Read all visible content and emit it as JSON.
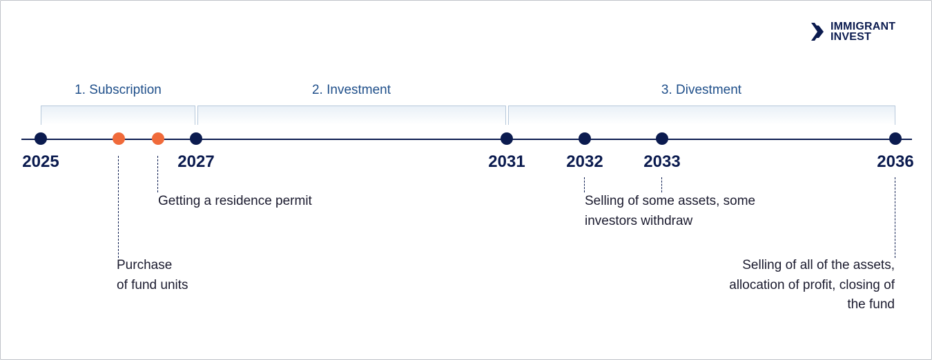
{
  "brand": {
    "line1": "IMMIGRANT",
    "line2": "INVEST",
    "icon": "chevron-arrows-icon",
    "color": "#0b1b4f"
  },
  "colors": {
    "axis": "#0b1b4f",
    "milestone": "#0b1b4f",
    "event": "#f06a3a",
    "phase_text": "#1f4f8a",
    "bracket": "#b6c8db"
  },
  "phases": [
    {
      "label": "1. Subscription"
    },
    {
      "label": "2. Investment"
    },
    {
      "label": "3. Divestment"
    }
  ],
  "years": [
    "2025",
    "2027",
    "2031",
    "2032",
    "2033",
    "2036"
  ],
  "notes": {
    "residence": "Getting a residence permit",
    "purchase_line1": "Purchase",
    "purchase_line2": "of fund units",
    "selling_some_line1": "Selling of some assets, some",
    "selling_some_line2": "investors withdraw",
    "selling_all_line1": "Selling of all of the assets,",
    "selling_all_line2": "allocation of profit, closing of",
    "selling_all_line3": "the fund"
  }
}
